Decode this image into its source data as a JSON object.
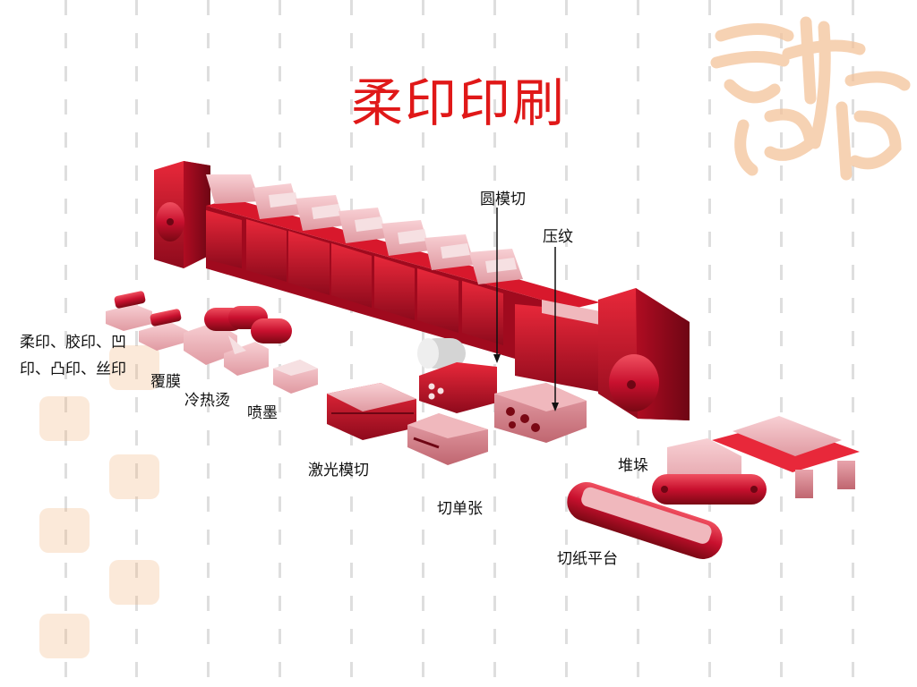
{
  "title": "柔印印刷",
  "labels": {
    "yuan_mo_qie": "圆模切",
    "ya_wen": "压纹",
    "multi_print": "柔印、胶印、凹印、凸印、丝印",
    "fu_mo": "覆膜",
    "leng_re_tang": "冷热烫",
    "pen_mo": "喷墨",
    "ji_guang_mo_qie": "激光模切",
    "qie_dan_zhang": "切单张",
    "dui_duo": "堆垛",
    "qie_zhi_ping_tai": "切纸平台"
  },
  "colors": {
    "accent_red": "#e01818",
    "machine_red": "#c8102e",
    "machine_dark": "#8e0a1c",
    "machine_pink": "#f0b8bd",
    "seal_orange": "#f0af78"
  }
}
